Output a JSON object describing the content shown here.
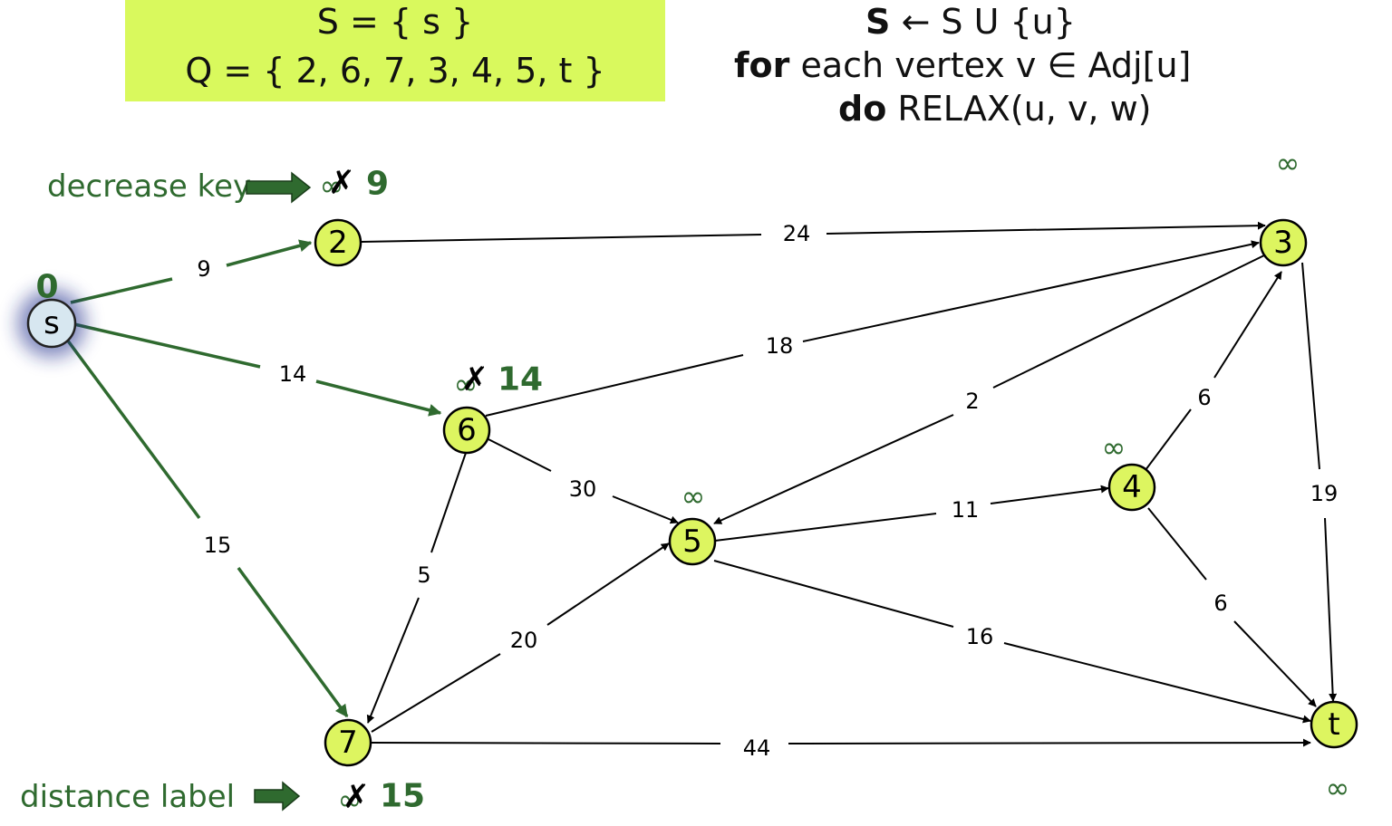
{
  "sets": {
    "s_line": "S = { s }",
    "q_line": "Q = { 2, 6, 7, 3, 4, 5, t }"
  },
  "algorithm": {
    "line1_bold": "S",
    "line1_rest": " ← S U {u}",
    "line2_bold": "for",
    "line2_rest": " each vertex v ∈ Adj[u]",
    "line3_bold": "do",
    "line3_rest": " RELAX(u, v, w)"
  },
  "annotations": {
    "decrease_key": "decrease key",
    "distance_label": "distance label"
  },
  "colors": {
    "node_fill": "#ddf560",
    "source_fill": "#d7e7f0",
    "highlight_green": "#2f6a2f",
    "box_fill": "#d9f95d"
  },
  "nodes": [
    {
      "id": "s",
      "label": "s",
      "distance": "0"
    },
    {
      "id": "2",
      "label": "2",
      "old_distance": "∞",
      "distance": "9"
    },
    {
      "id": "6",
      "label": "6",
      "old_distance": "∞",
      "distance": "14"
    },
    {
      "id": "7",
      "label": "7",
      "old_distance": "∞",
      "distance": "15"
    },
    {
      "id": "3",
      "label": "3",
      "distance": "∞"
    },
    {
      "id": "4",
      "label": "4",
      "distance": "∞"
    },
    {
      "id": "5",
      "label": "5",
      "distance": "∞"
    },
    {
      "id": "t",
      "label": "t",
      "distance": "∞"
    }
  ],
  "edges": [
    {
      "from": "s",
      "to": "2",
      "weight": "9",
      "relaxed": true
    },
    {
      "from": "s",
      "to": "6",
      "weight": "14",
      "relaxed": true
    },
    {
      "from": "s",
      "to": "7",
      "weight": "15",
      "relaxed": true
    },
    {
      "from": "2",
      "to": "3",
      "weight": "24"
    },
    {
      "from": "6",
      "to": "3",
      "weight": "18"
    },
    {
      "from": "6",
      "to": "5",
      "weight": "30"
    },
    {
      "from": "6",
      "to": "7",
      "weight": "5"
    },
    {
      "from": "3",
      "to": "5",
      "weight": "2"
    },
    {
      "from": "3",
      "to": "t",
      "weight": "19"
    },
    {
      "from": "4",
      "to": "3",
      "weight": "6"
    },
    {
      "from": "4",
      "to": "t",
      "weight": "6"
    },
    {
      "from": "5",
      "to": "4",
      "weight": "11"
    },
    {
      "from": "5",
      "to": "t",
      "weight": "16"
    },
    {
      "from": "7",
      "to": "5",
      "weight": "20"
    },
    {
      "from": "7",
      "to": "t",
      "weight": "44"
    }
  ]
}
